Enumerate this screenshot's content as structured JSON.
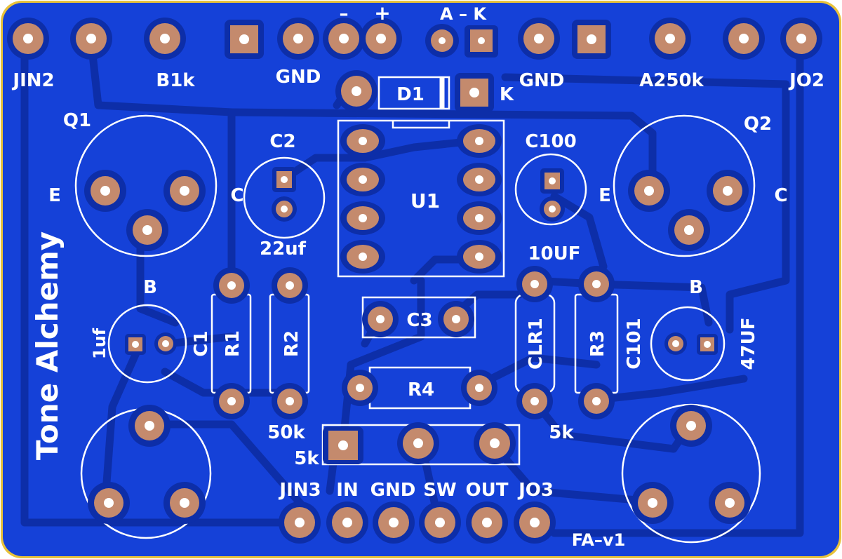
{
  "board": {
    "brand": "Tone Alchemy",
    "version": "FA–v1",
    "colors": {
      "copper": "#1541d8",
      "trace": "#0d2ea8",
      "pad": "#c48a6d",
      "silkscreen": "#ffffff",
      "board_edge": "#e8c23a"
    }
  },
  "top_header": {
    "labels": {
      "jin2": "JIN2",
      "b1k": "B1k",
      "gnd_left": "GND",
      "minus": "–",
      "plus": "+",
      "a_k": "A – K",
      "gnd_right": "GND",
      "a250k": "A250k",
      "jo2": "JO2"
    }
  },
  "diode": {
    "ref": "D1",
    "k_label": "K"
  },
  "transistors": {
    "q1": {
      "ref": "Q1",
      "e": "E",
      "c": "C",
      "b": "B"
    },
    "q2": {
      "ref": "Q2",
      "e": "E",
      "c": "C",
      "b": "B"
    }
  },
  "capacitors": {
    "c2": {
      "ref": "C2",
      "value": "22uf"
    },
    "c100": {
      "ref": "C100",
      "value": "10UF"
    },
    "c1": {
      "ref": "C1",
      "value": "1uf"
    },
    "c3": {
      "ref": "C3"
    },
    "c101": {
      "ref": "C101",
      "value": "47UF"
    }
  },
  "ic": {
    "ref": "U1"
  },
  "resistors": {
    "r1": {
      "ref": "R1"
    },
    "r2": {
      "ref": "R2"
    },
    "r3": {
      "ref": "R3"
    },
    "r4": {
      "ref": "R4"
    },
    "clr1": {
      "ref": "CLR1"
    }
  },
  "trim": {
    "label_50k": "50k",
    "label_5k_left": "5k",
    "label_5k_right": "5k"
  },
  "bottom_header": {
    "labels": {
      "jin3": "JIN3",
      "in": "IN",
      "gnd": "GND",
      "sw": "SW",
      "out": "OUT",
      "jo3": "JO3"
    }
  }
}
